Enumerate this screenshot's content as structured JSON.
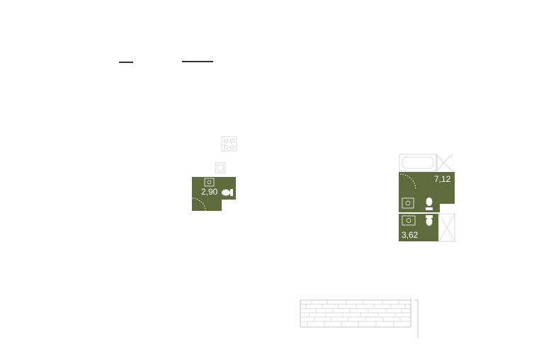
{
  "floor_plan": {
    "rooms": [
      {
        "name": "bathroom-small",
        "area_label": "2,90"
      },
      {
        "name": "bathroom-large",
        "area_label": "7,12"
      },
      {
        "name": "shower-room",
        "area_label": "3,62"
      }
    ],
    "colors": {
      "room_fill": "#5e6b3d",
      "fixture_stroke": "#d0d0d0",
      "wall_line": "#333333",
      "stairs_stroke": "#b5b5b5",
      "background": "#ffffff"
    },
    "fixture_icons": [
      "cooktop-icon",
      "sink-icon",
      "toilet-icon",
      "bathtub-icon",
      "washbasin-icon",
      "shower-icon",
      "door-swing-icon",
      "stairs-icon"
    ]
  }
}
